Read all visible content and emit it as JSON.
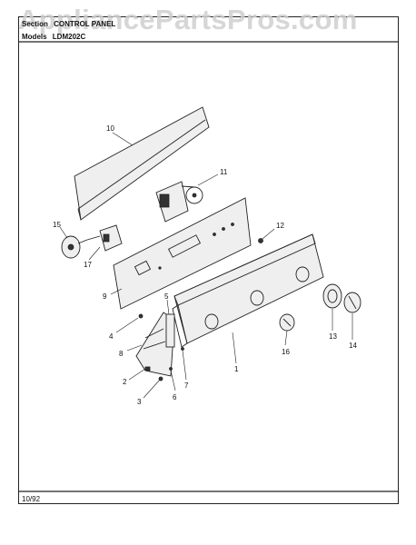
{
  "watermark": "AppliancePartsPros.com",
  "header": {
    "section_label": "Section",
    "section_value": "CONTROL PANEL",
    "models_label": "Models",
    "models_value": "LDM202C"
  },
  "footer": {
    "date": "10/92"
  },
  "callouts": [
    "1",
    "2",
    "3",
    "4",
    "5",
    "6",
    "7",
    "8",
    "9",
    "10",
    "11",
    "12",
    "13",
    "14",
    "15",
    "16",
    "17"
  ]
}
